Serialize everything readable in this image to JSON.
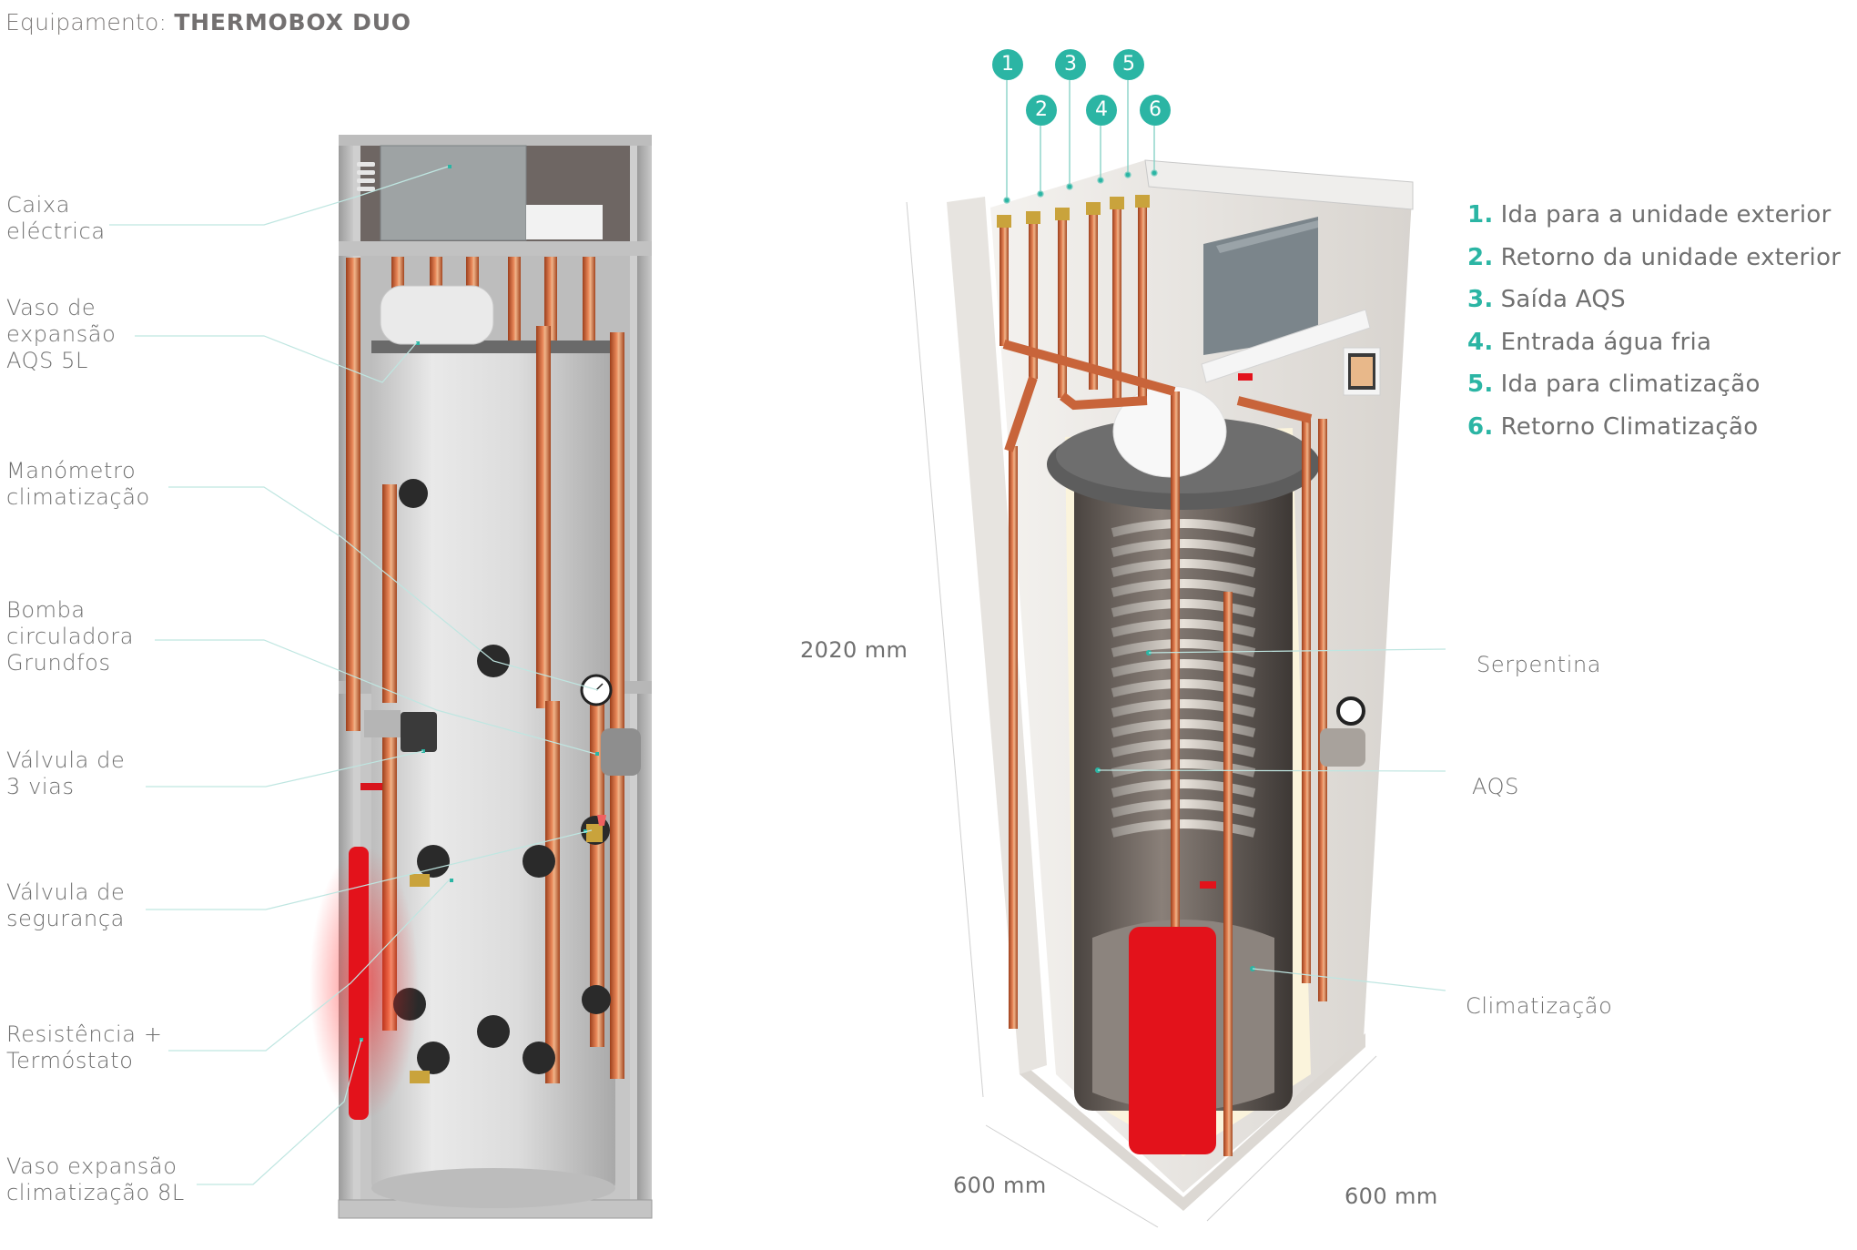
{
  "header": {
    "prefix": "Equipamento:",
    "product": "THERMOBOX DUO"
  },
  "left_unit": {
    "callouts": [
      {
        "id": "caixa-electrica",
        "label": "Caixa\neléctrica"
      },
      {
        "id": "vaso-expansao-aqs",
        "label": "Vaso de\nexpansão\nAQS 5L"
      },
      {
        "id": "manometro",
        "label": "Manómetro\nclimatização"
      },
      {
        "id": "bomba",
        "label": "Bomba\ncirculadora\nGrundfos"
      },
      {
        "id": "valvula-3-vias",
        "label": "Válvula de\n3 vias"
      },
      {
        "id": "valvula-seguranca",
        "label": "Válvula de\nsegurança"
      },
      {
        "id": "resistencia",
        "label": "Resistência +\nTermóstato"
      },
      {
        "id": "vaso-expansao-clima",
        "label": "Vaso expansão\nclimatização 8L"
      }
    ]
  },
  "right_unit": {
    "connection_badges": [
      "1",
      "2",
      "3",
      "4",
      "5",
      "6"
    ],
    "legend": [
      {
        "num": "1.",
        "text": "Ida para a unidade exterior"
      },
      {
        "num": "2.",
        "text": "Retorno da unidade exterior"
      },
      {
        "num": "3.",
        "text": "Saída AQS"
      },
      {
        "num": "4.",
        "text": "Entrada água fria"
      },
      {
        "num": "5.",
        "text": "Ida para climatização"
      },
      {
        "num": "6.",
        "text": "Retorno Climatização"
      }
    ],
    "callouts": [
      {
        "id": "serpentina",
        "label": "Serpentina"
      },
      {
        "id": "aqs",
        "label": "AQS"
      },
      {
        "id": "climatizacao",
        "label": "Climatização"
      }
    ],
    "dimensions": {
      "height": "2020 mm",
      "depth": "600 mm",
      "width": "600 mm"
    }
  },
  "colors": {
    "accent": "#2bb5a4",
    "leader_line": "#bfe6e1",
    "text": "#707070",
    "copper": "#c8643a",
    "tank": "#dedede",
    "expansion_vessel": "#e3121b"
  }
}
